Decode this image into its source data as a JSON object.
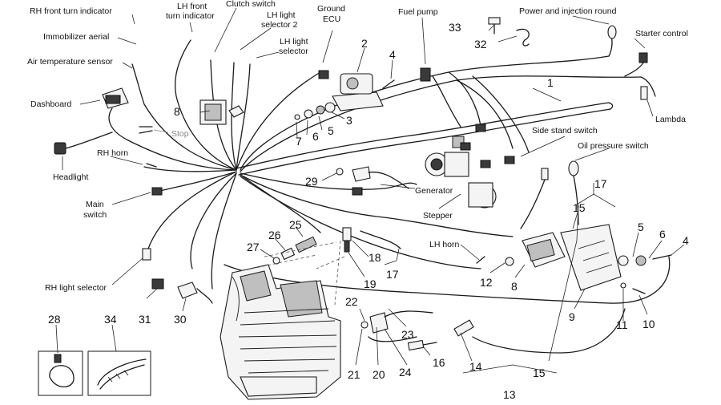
{
  "labels": {
    "rh_front_turn": "RH front turn indicator",
    "lh_front_turn_1": "LH front",
    "lh_front_turn_2": "turn indicator",
    "clutch_switch": "Clutch switch",
    "lh_light_sel2_1": "LH light",
    "lh_light_sel2_2": "selector 2",
    "ground_ecu_1": "Ground",
    "ground_ecu_2": "ECU",
    "lh_light_sel_1": "LH light",
    "lh_light_sel_2": "selector",
    "fuel_pump": "Fuel pump",
    "power_injection": "Power and injection round",
    "starter_control": "Starter control",
    "immobilizer": "Immobilizer aerial",
    "air_temp": "Air temperature sensor",
    "dashboard": "Dashboard",
    "stop": "Stop",
    "lambda": "Lambda",
    "side_stand": "Side stand switch",
    "oil_pressure": "Oil pressure switch",
    "rh_horn": "RH horn",
    "headlight": "Headlight",
    "generator": "Generator",
    "stepper": "Stepper",
    "main_switch_1": "Main",
    "main_switch_2": "switch",
    "lh_horn": "LH horn",
    "rh_light_selector": "RH light selector"
  },
  "part_numbers": {
    "n1": "1",
    "n2": "2",
    "n3": "3",
    "n4a": "4",
    "n4b": "4",
    "n5a": "5",
    "n5b": "5",
    "n6a": "6",
    "n6b": "6",
    "n7": "7",
    "n8a": "8",
    "n8b": "8",
    "n9": "9",
    "n10": "10",
    "n11": "11",
    "n12": "12",
    "n13": "13",
    "n14": "14",
    "n15a": "15",
    "n15b": "15",
    "n16": "16",
    "n17a": "17",
    "n17b": "17",
    "n18": "18",
    "n19": "19",
    "n20": "20",
    "n21": "21",
    "n22": "22",
    "n23": "23",
    "n24": "24",
    "n25": "25",
    "n26": "26",
    "n27": "27",
    "n28": "28",
    "n29": "29",
    "n30": "30",
    "n31": "31",
    "n32": "32",
    "n33": "33",
    "n34": "34"
  },
  "colors": {
    "line": "#1a1a1a",
    "stop_label": "#888888"
  }
}
